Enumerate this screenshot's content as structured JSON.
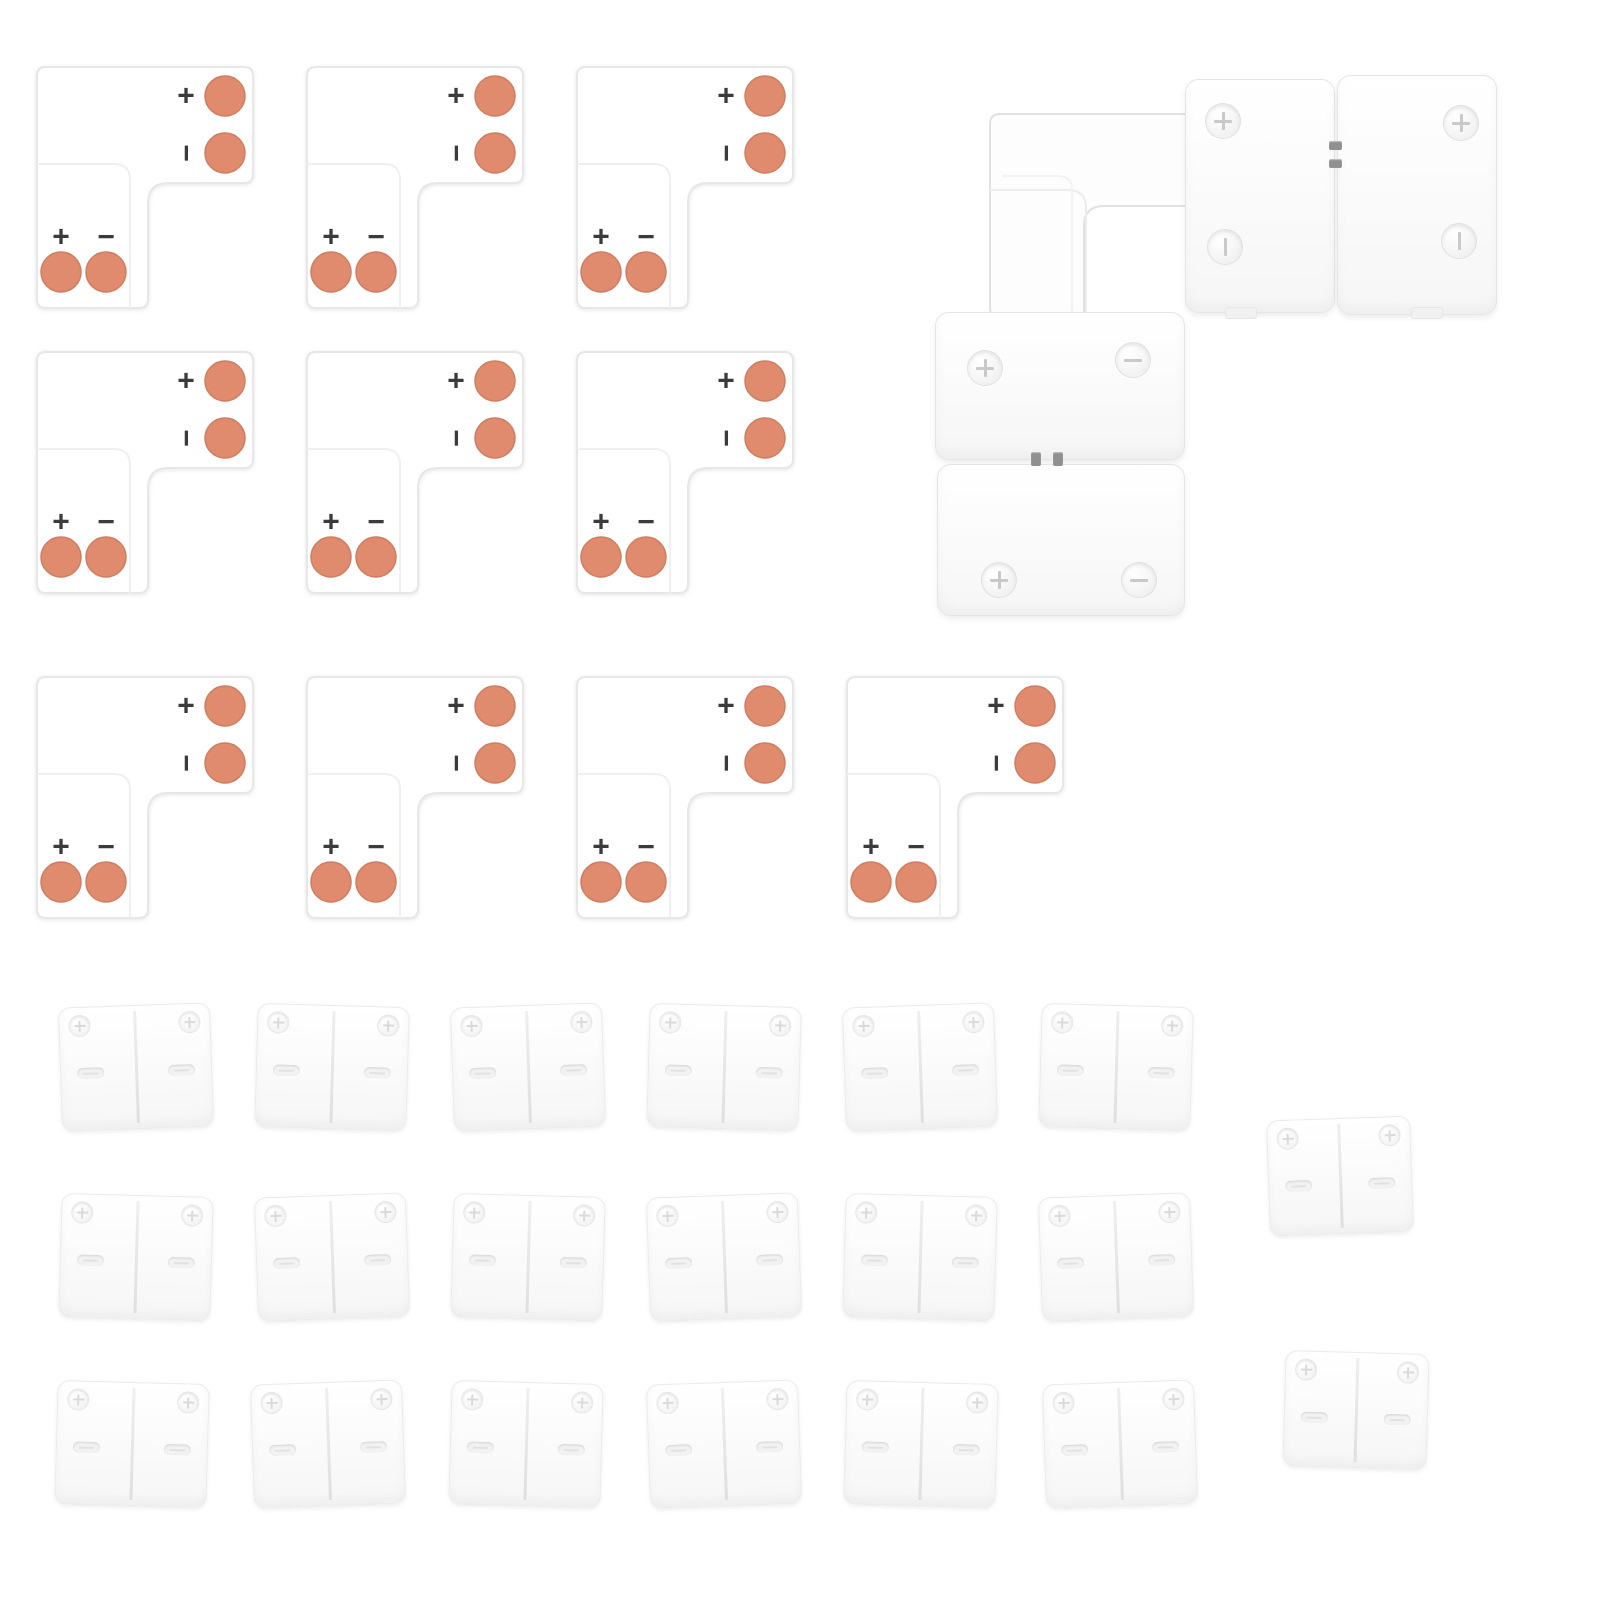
{
  "canvas": {
    "background": "#ffffff"
  },
  "marks": {
    "plus": "+",
    "minus": "−"
  },
  "colors": {
    "solder_pad": "#e08a6e",
    "solder_pad_edge": "#cf7d60",
    "board_outline": "#e7e7e7",
    "plastic_outline": "#e5e5e5",
    "mark_text": "#3b3b3b"
  },
  "l_pcb_connectors": {
    "count": 10,
    "terminal_marks": [
      "+",
      "−"
    ]
  },
  "photo_cluster": {
    "l_corner_piece_count": 1,
    "clip_pair_count": 2,
    "screw_marks": [
      "+",
      "−"
    ]
  },
  "strip_clips": {
    "count": 20
  }
}
